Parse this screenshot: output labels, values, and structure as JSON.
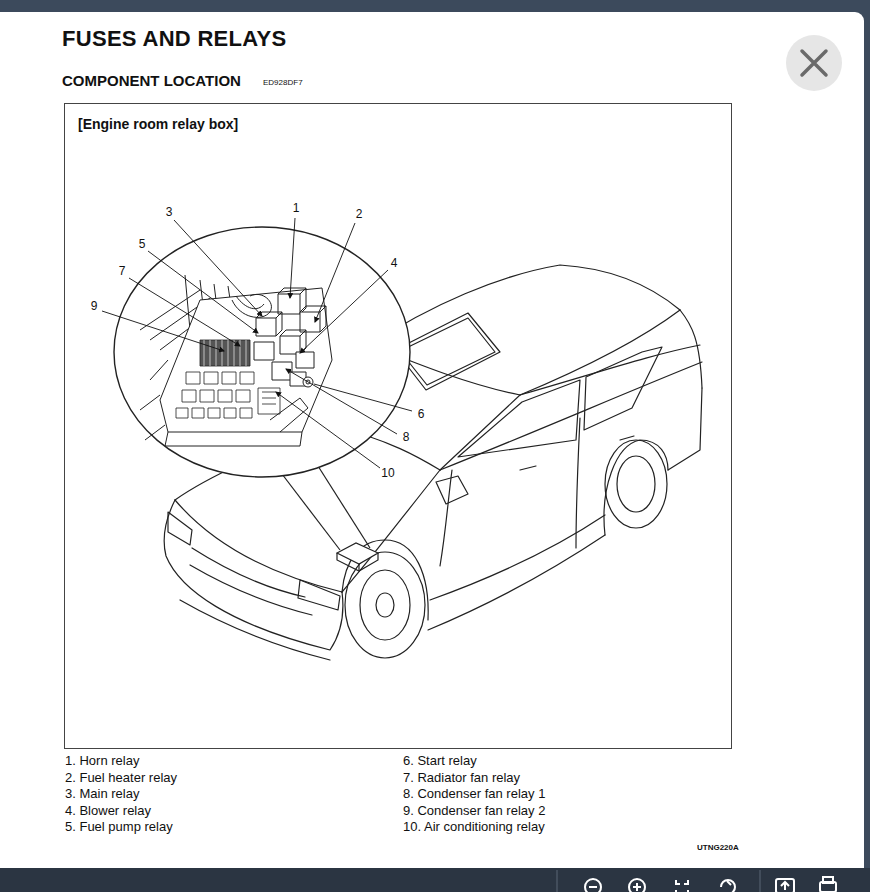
{
  "diagram": {
    "title": "FUSES AND RELAYS",
    "nodes": [
      {
        "text": [
          "[Engine room relay box]"
        ]
      }
    ],
    "labels": [
      "COMPONENT LOCATION",
      "ED928DF7",
      "1",
      "2",
      "3",
      "4",
      "5",
      "6",
      "7",
      "8",
      "9",
      "10",
      "1. Horn relay",
      "2. Fuel heater relay",
      "3. Main relay",
      "4. Blower relay",
      "5. Fuel pump relay",
      "6. Start relay",
      "7. Radiator fan relay",
      "8. Condenser fan relay 1",
      "9. Condenser fan relay 2",
      "10. Air conditioning relay",
      "UTNG220A"
    ]
  }
}
